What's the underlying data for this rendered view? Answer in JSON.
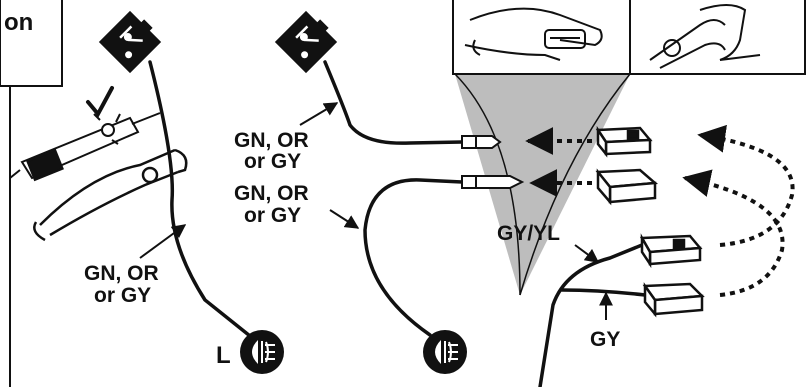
{
  "corner_label": "on",
  "wire_labels": {
    "left_wire": [
      "GN, OR",
      "or GY"
    ],
    "middle_top_wire": [
      "GN, OR",
      "or GY"
    ],
    "middle_bottom_wire": [
      "GN, OR",
      "or GY"
    ],
    "harness_main": "GY/YL",
    "harness_branch": "GY"
  },
  "light_left_label": "L",
  "icons": [
    "fuse-block-icon",
    "test-light-icon",
    "pliers-icon",
    "crimper-tool-icon",
    "wire-stripper-icon",
    "front-fog-light-icon",
    "male-terminal-icon",
    "female-connector-icon"
  ],
  "colors": {
    "ink": "#111111",
    "callout_gray": "#bdbdbd"
  }
}
